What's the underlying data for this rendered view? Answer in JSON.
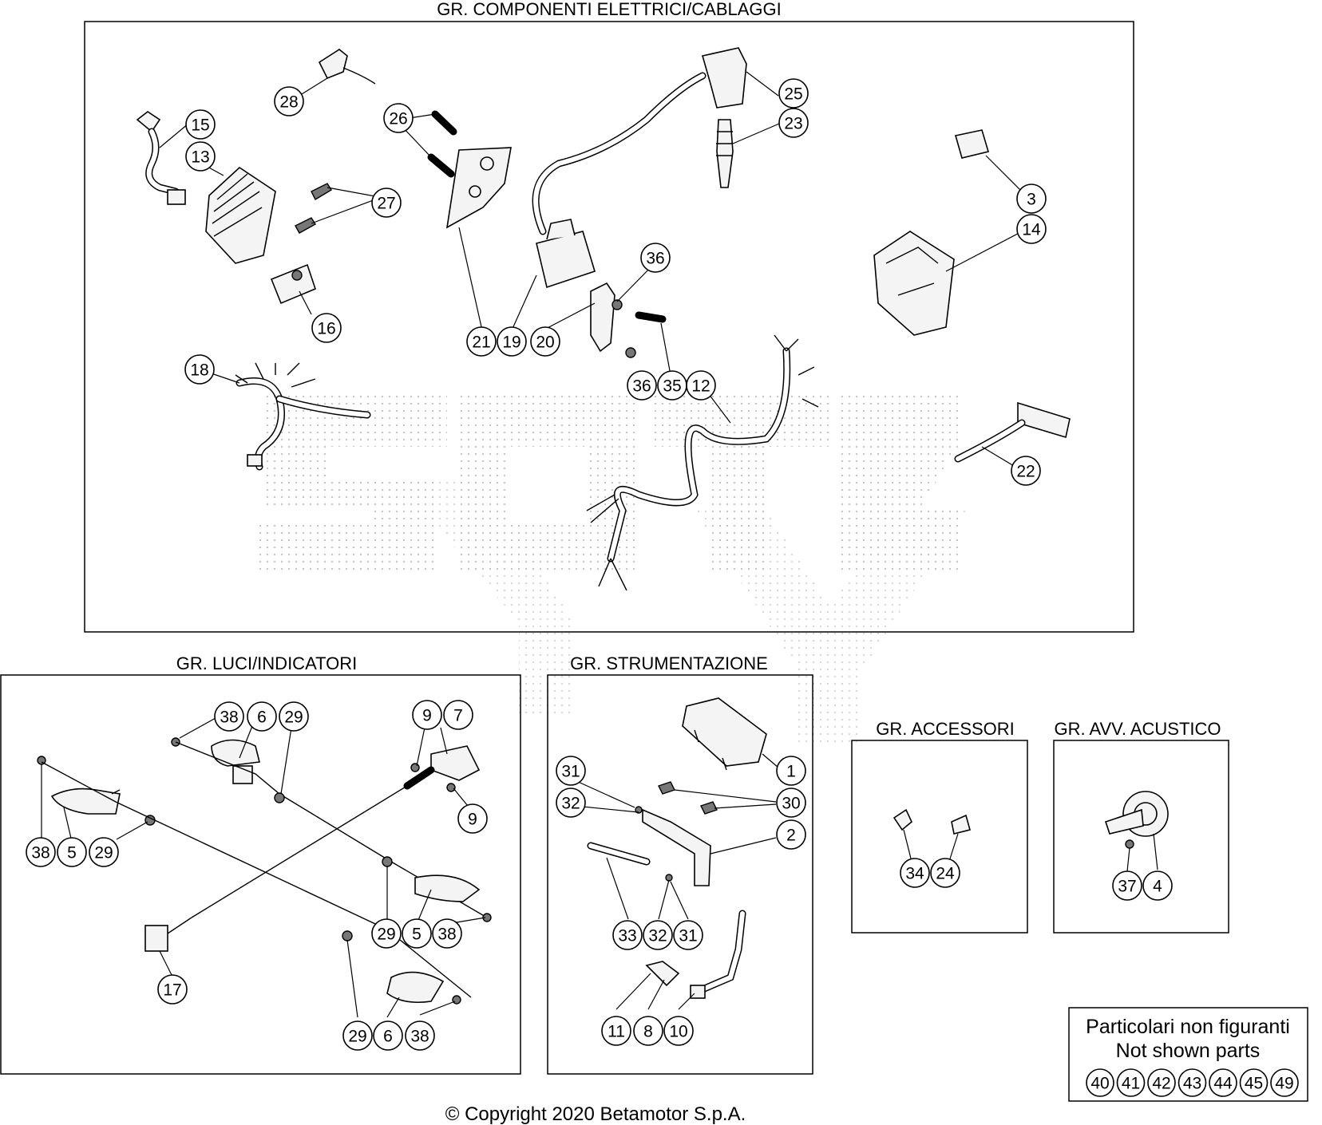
{
  "groups": {
    "electrical": "GR. COMPONENTI ELETTRICI/CABLAGGI",
    "lights": "GR. LUCI/INDICATORI",
    "instruments": "GR. STRUMENTAZIONE",
    "accessories": "GR. ACCESSORI",
    "horn": "GR. AVV. ACUSTICO"
  },
  "callouts": {
    "electrical": [
      {
        "id": "c28",
        "label": "28"
      },
      {
        "id": "c15",
        "label": "15"
      },
      {
        "id": "c13",
        "label": "13"
      },
      {
        "id": "c27",
        "label": "27"
      },
      {
        "id": "c16",
        "label": "16"
      },
      {
        "id": "c18",
        "label": "18"
      },
      {
        "id": "c26",
        "label": "26"
      },
      {
        "id": "c21",
        "label": "21"
      },
      {
        "id": "c19",
        "label": "19"
      },
      {
        "id": "c20",
        "label": "20"
      },
      {
        "id": "c25",
        "label": "25"
      },
      {
        "id": "c23",
        "label": "23"
      },
      {
        "id": "c36a",
        "label": "36"
      },
      {
        "id": "c36b",
        "label": "36"
      },
      {
        "id": "c35",
        "label": "35"
      },
      {
        "id": "c12",
        "label": "12"
      },
      {
        "id": "c3",
        "label": "3"
      },
      {
        "id": "c14",
        "label": "14"
      },
      {
        "id": "c22",
        "label": "22"
      }
    ],
    "lights": [
      {
        "id": "l38a",
        "label": "38"
      },
      {
        "id": "l6a",
        "label": "6"
      },
      {
        "id": "l29a",
        "label": "29"
      },
      {
        "id": "l9a",
        "label": "9"
      },
      {
        "id": "l7",
        "label": "7"
      },
      {
        "id": "l9b",
        "label": "9"
      },
      {
        "id": "l38b",
        "label": "38"
      },
      {
        "id": "l5a",
        "label": "5"
      },
      {
        "id": "l29b",
        "label": "29"
      },
      {
        "id": "l29c",
        "label": "29"
      },
      {
        "id": "l5b",
        "label": "5"
      },
      {
        "id": "l38c",
        "label": "38"
      },
      {
        "id": "l17",
        "label": "17"
      },
      {
        "id": "l29d",
        "label": "29"
      },
      {
        "id": "l6b",
        "label": "6"
      },
      {
        "id": "l38d",
        "label": "38"
      }
    ],
    "instruments": [
      {
        "id": "s1",
        "label": "1"
      },
      {
        "id": "s31a",
        "label": "31"
      },
      {
        "id": "s32a",
        "label": "32"
      },
      {
        "id": "s30",
        "label": "30"
      },
      {
        "id": "s2",
        "label": "2"
      },
      {
        "id": "s33",
        "label": "33"
      },
      {
        "id": "s32b",
        "label": "32"
      },
      {
        "id": "s31b",
        "label": "31"
      },
      {
        "id": "s11",
        "label": "11"
      },
      {
        "id": "s8",
        "label": "8"
      },
      {
        "id": "s10",
        "label": "10"
      }
    ],
    "accessories": [
      {
        "id": "a34",
        "label": "34"
      },
      {
        "id": "a24",
        "label": "24"
      }
    ],
    "horn": [
      {
        "id": "h37",
        "label": "37"
      },
      {
        "id": "h4",
        "label": "4"
      }
    ]
  },
  "not_shown": {
    "title_it": "Particolari non figuranti",
    "title_en": "Not shown parts",
    "parts": [
      "40",
      "41",
      "42",
      "43",
      "44",
      "45",
      "49"
    ]
  },
  "copyright": "© Copyright 2020 Betamotor S.p.A."
}
